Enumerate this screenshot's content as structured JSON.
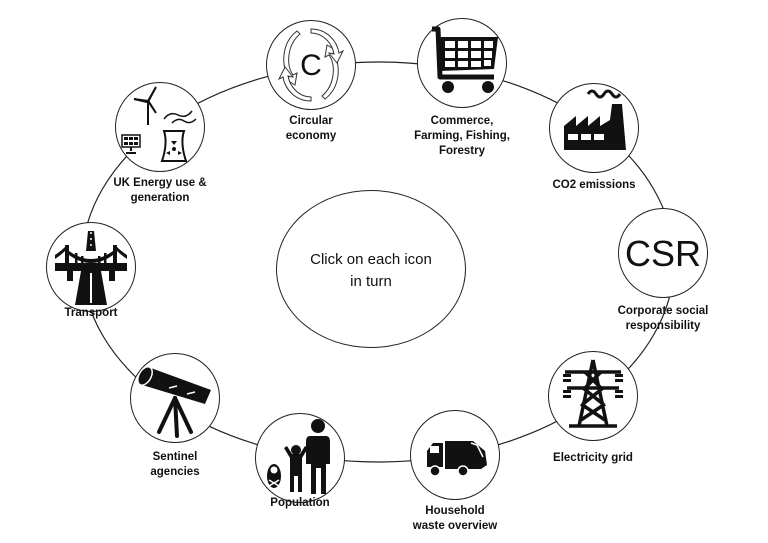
{
  "center": {
    "line1": "Click on each icon",
    "line2": "in turn"
  },
  "nodes": [
    {
      "id": "circular",
      "icon": "circular-arrows-icon",
      "glyph": "C",
      "label": [
        "Circular",
        "economy"
      ]
    },
    {
      "id": "commerce",
      "icon": "shopping-cart-icon",
      "label": [
        "Commerce,",
        "Farming, Fishing,",
        "Forestry"
      ]
    },
    {
      "id": "co2",
      "icon": "factory-icon",
      "label": [
        "CO2 emissions"
      ]
    },
    {
      "id": "csr",
      "icon": "csr-text-icon",
      "glyph": "CSR",
      "label": [
        "Corporate social",
        "responsibility"
      ]
    },
    {
      "id": "electricity",
      "icon": "pylon-icon",
      "label": [
        "Electricity grid"
      ]
    },
    {
      "id": "household",
      "icon": "garbage-truck-icon",
      "label": [
        "Household",
        "waste overview"
      ]
    },
    {
      "id": "population",
      "icon": "family-icon",
      "label": [
        "Population"
      ]
    },
    {
      "id": "sentinel",
      "icon": "telescope-icon",
      "label": [
        "Sentinel",
        "agencies"
      ]
    },
    {
      "id": "transport",
      "icon": "bridge-road-icon",
      "label": [
        "Transport"
      ]
    },
    {
      "id": "energy",
      "icon": "energy-sources-icon",
      "label": [
        "UK Energy use &",
        "generation"
      ]
    }
  ]
}
